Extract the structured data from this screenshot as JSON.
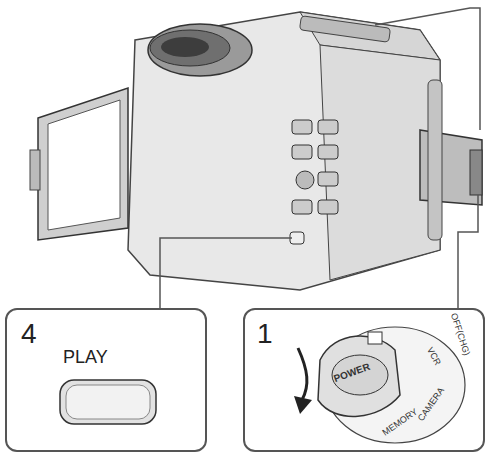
{
  "diagram": {
    "nodes": [
      {
        "text": [
          "4",
          "PLAY"
        ]
      },
      {
        "text": [
          "1"
        ]
      }
    ],
    "labels": [
      "POWER",
      "OFF(CHG)",
      "VCR",
      "CAMERA",
      "MEMORY"
    ]
  }
}
